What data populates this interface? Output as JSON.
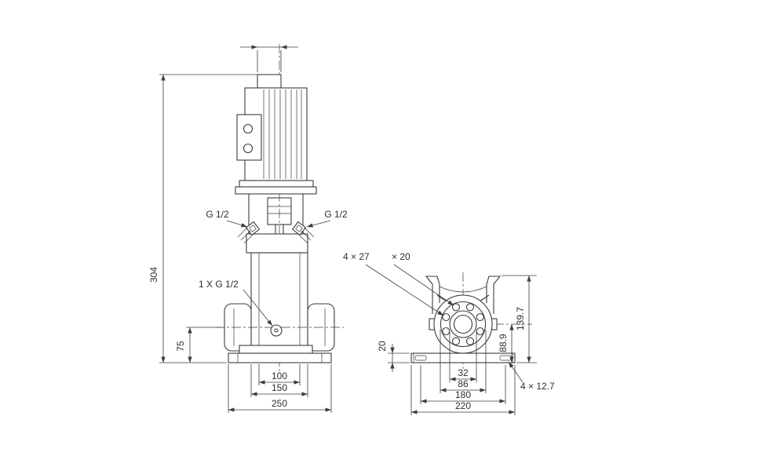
{
  "meta": {
    "background": "#ffffff",
    "line_color": "#3c3c3c",
    "text_color": "#2e2e2e"
  },
  "front_view": {
    "overall_height": "304",
    "port_left": "G 1/2",
    "port_right": "G 1/2",
    "drain_port": "1 X G 1/2",
    "port_height": "75",
    "chamber_width": "100",
    "pump_width": "150",
    "base_length": "250"
  },
  "end_view": {
    "flange_holes": "4 × 27",
    "flange_holes_depth": "× 20",
    "base_plate_height": "20",
    "shaft_center_height": "88.9",
    "bracket_height": "139.7",
    "bore_width": "32",
    "flange_face": "86",
    "foot_hole_spacing": "180",
    "base_width": "220",
    "foot_holes": "4 × 12.7"
  }
}
